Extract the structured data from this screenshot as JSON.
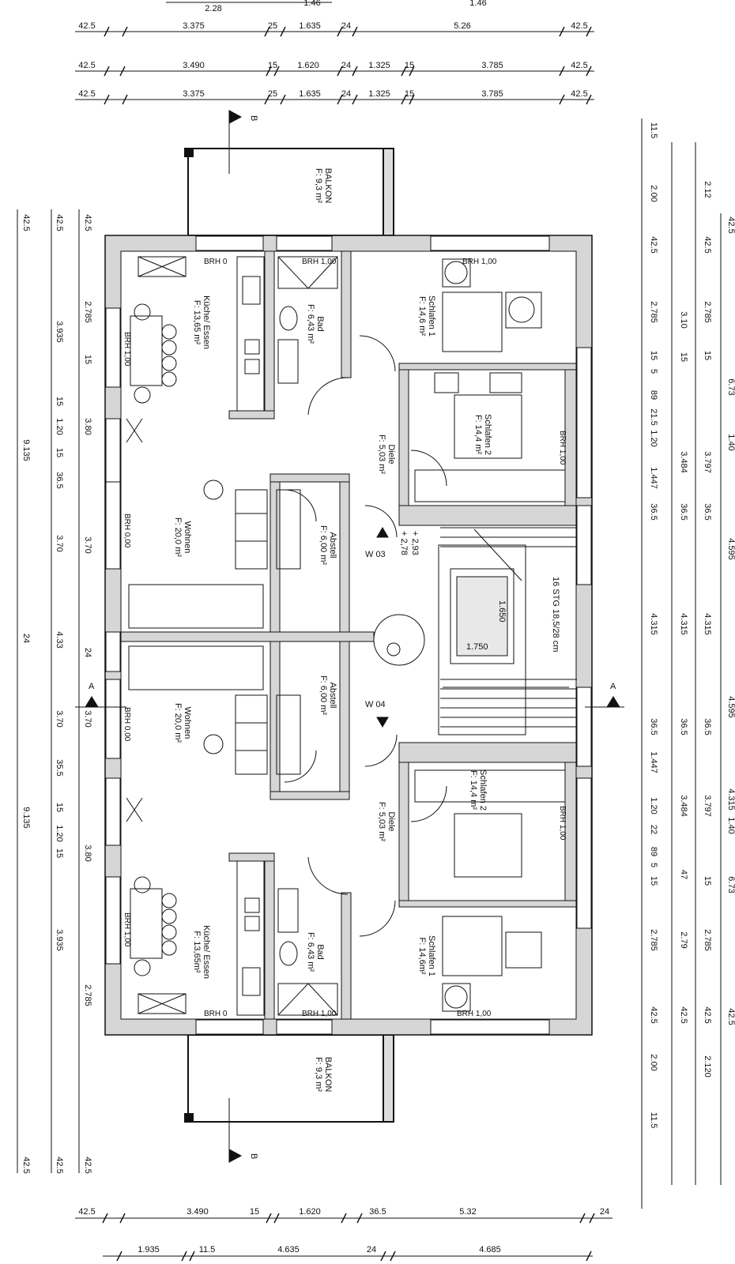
{
  "top_dims": {
    "top_partial": [
      "2.28",
      "1.46",
      "1.46"
    ],
    "row1": [
      "42.5",
      "3.375",
      "25",
      "1.635",
      "24",
      "5.26",
      "42.5"
    ],
    "row2": [
      "42.5",
      "3.490",
      "15",
      "1.620",
      "24",
      "1.325",
      "15",
      "3.785",
      "42.5"
    ],
    "row3": [
      "42.5",
      "3.375",
      "25",
      "1.635",
      "24",
      "1.325",
      "15",
      "3.785",
      "42.5"
    ]
  },
  "bottom_dims": {
    "row1": [
      "42.5",
      "3.490",
      "15",
      "1.620",
      "36.5",
      "5.32",
      "24"
    ],
    "row2": [
      "1.935",
      "11.5",
      "4.635",
      "24",
      "4.685"
    ]
  },
  "left_dims": {
    "col1": [
      "42.5",
      "9.135",
      "24",
      "9.135",
      "42.5"
    ],
    "col2": [
      "42.5",
      "3.935",
      "15",
      "1.20",
      "15",
      "36.5",
      "3.70",
      "4.33",
      "3.70",
      "35.5",
      "15",
      "1.20",
      "15",
      "3.935",
      "42.5"
    ],
    "col3": [
      "42.5",
      "2.785",
      "15",
      "3.80",
      "3.70",
      "24",
      "3.70",
      "3.80",
      "2.785",
      "42.5"
    ]
  },
  "right_dims": {
    "col1": [
      "11.5",
      "2.00",
      "42.5",
      "2.785",
      "15",
      "5",
      "89",
      "21.5",
      "1.20",
      "1.447",
      "36.5",
      "4.315",
      "36.5",
      "1.447",
      "1.20",
      "22",
      "89",
      "5",
      "15",
      "2.785",
      "42.5",
      "2.00",
      "11.5"
    ],
    "col2": [
      "3.10",
      "15",
      "3.484",
      "36.5",
      "4.315",
      "36.5",
      "3.484",
      "47",
      "2.79",
      "42.5"
    ],
    "col3": [
      "2.12",
      "42.5",
      "2.785",
      "15",
      "3.797",
      "36.5",
      "4.315",
      "36.5",
      "3.797",
      "15",
      "2.785",
      "42.5",
      "2.120"
    ],
    "col4": [
      "42.5",
      "6.73",
      "1.40",
      "4.595",
      "4.595",
      "4.315",
      "1.40",
      "6.73",
      "42.5"
    ]
  },
  "rooms": [
    {
      "name": "BALKON",
      "area": "F: 9,3 m²"
    },
    {
      "name": "Küche/ Essen",
      "area": "F: 13,65 m²"
    },
    {
      "name": "Bad",
      "area": "F: 6,43 m²"
    },
    {
      "name": "Schlafen 1",
      "area": "F: 14,6 m²"
    },
    {
      "name": "Diele",
      "area": "F: 5,03 m²"
    },
    {
      "name": "Schlafen 2",
      "area": "F: 14,4 m²"
    },
    {
      "name": "Wohnen",
      "area": "F: 20,0 m²"
    },
    {
      "name": "Abstell",
      "area": "F: 6,00 m²"
    },
    {
      "name": "Abstell",
      "area": "F: 6,00 m²"
    },
    {
      "name": "Wohnen",
      "area": "F: 20,0 m²"
    },
    {
      "name": "Schlafen 2",
      "area": "F: 14,4 m²"
    },
    {
      "name": "Diele",
      "area": "F: 5,03 m²"
    },
    {
      "name": "Küche/ Essen",
      "area": "F: 13,65m²"
    },
    {
      "name": "Bad",
      "area": "F: 6,43 m²"
    },
    {
      "name": "Schlafen 1",
      "area": "F: 14,6m²"
    },
    {
      "name": "BALKON",
      "area": "F: 9,3 m²"
    }
  ],
  "brh_labels": [
    "BRH 0",
    "BRH 1,00",
    "BRH 1,00",
    "BRH 1,00",
    "BRH 1,00",
    "BRH 0,00",
    "BRH 0,00",
    "BRH 1,00",
    "BRH 1,00",
    "BRH 0",
    "BRH 1,00",
    "BRH 1,00"
  ],
  "markers": {
    "section_a": "A",
    "section_b": "B",
    "w03": "W 03",
    "w04": "W 04",
    "level_top": "+ 2,93",
    "level_bottom": "+ 2,78",
    "stair": "16 STG 18,5/28 cm",
    "lift_w": "1.650",
    "lift_d": "1.750"
  }
}
